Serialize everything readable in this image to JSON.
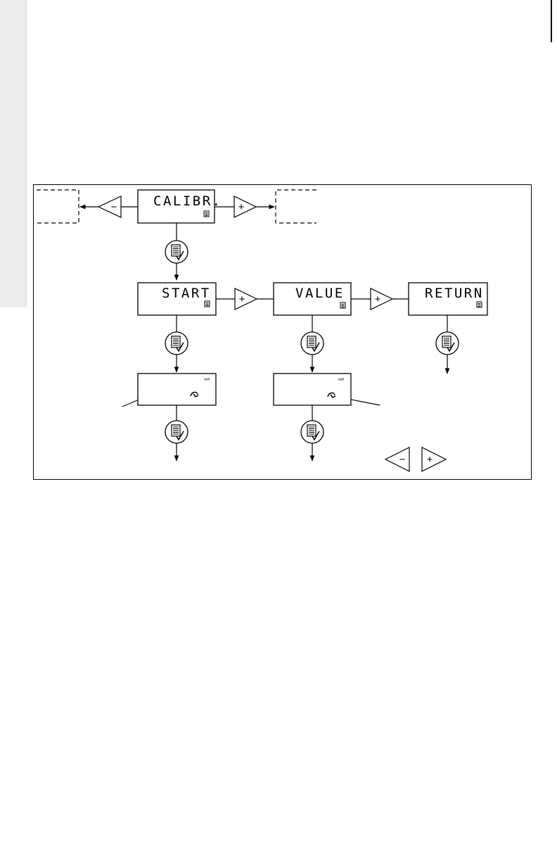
{
  "displays": {
    "calibr": {
      "label": "CALIBR."
    },
    "start": {
      "label": "START"
    },
    "value": {
      "label": "VALUE"
    },
    "return": {
      "label": "RETURN"
    },
    "start_reading": {
      "unit": "m/h"
    },
    "value_reading": {
      "unit": "m/h"
    }
  },
  "keys": {
    "minus": "−",
    "plus": "+"
  },
  "icons": {
    "enter": "enter-key-icon",
    "lcd_indicator": "lcd-segment-icon",
    "speed_symbol": "speed-symbol-icon"
  },
  "colors": {
    "ink": "#000000",
    "page": "#ffffff",
    "side_tab": "#ececec"
  }
}
